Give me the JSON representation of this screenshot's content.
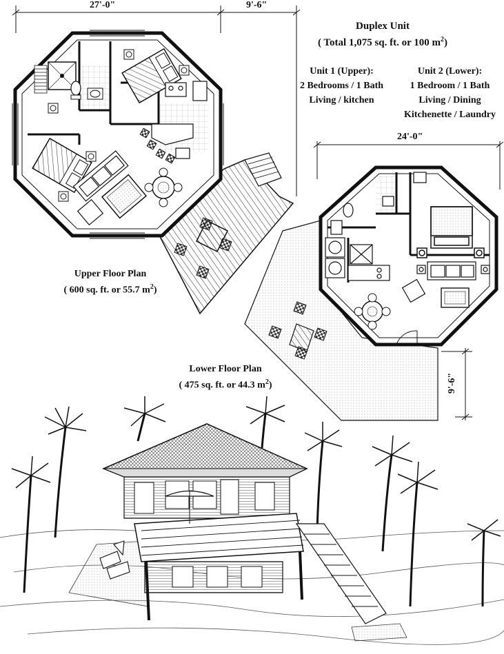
{
  "dimensions": {
    "upper_width": "27'-0\"",
    "deck_width": "9'-6\"",
    "lower_width": "24'-0\"",
    "lower_deck": "9'-6\""
  },
  "header": {
    "title": "Duplex Unit",
    "total_prefix": "( Total 1,075 sq. ft. or 100 m",
    "total_sup": "2",
    "total_suffix": ")"
  },
  "unit1": {
    "title": "Unit 1 (Upper):",
    "line1": "2 Bedrooms / 1 Bath",
    "line2": "Living / kitchen"
  },
  "unit2": {
    "title": "Unit 2 (Lower):",
    "line1": "1 Bedroom / 1 Bath",
    "line2": "Living / Dining",
    "line3": "Kitchenette / Laundry"
  },
  "upper_plan": {
    "title": "Upper Floor Plan",
    "area_prefix": "( 600 sq. ft. or 55.7 m",
    "area_sup": "2",
    "area_suffix": ")"
  },
  "lower_plan": {
    "title": "Lower Floor Plan",
    "area_prefix": "( 475 sq. ft. or 44.3 m",
    "area_sup": "2",
    "area_suffix": ")"
  },
  "colors": {
    "ink": "#111111",
    "hatch": "#999999",
    "paper": "#ffffff"
  }
}
